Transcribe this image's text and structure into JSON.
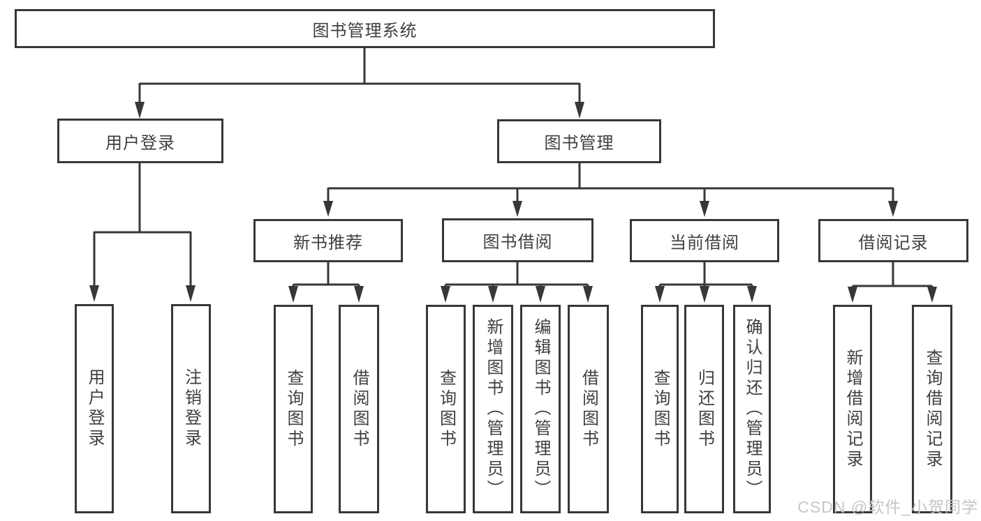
{
  "watermark": "CSDN @软件_小贺同学",
  "colors": {
    "line": "#373737",
    "box_border": "#373737",
    "text": "#3f3f3f",
    "watermark": "#c6c6c6",
    "background": "#ffffff"
  },
  "tree": {
    "label": "图书管理系统",
    "children": [
      {
        "label": "用户登录",
        "children": [
          {
            "label": "用户登录"
          },
          {
            "label": "注销登录"
          }
        ]
      },
      {
        "label": "图书管理",
        "children": [
          {
            "label": "新书推荐",
            "children": [
              {
                "label": "查询图书"
              },
              {
                "label": "借阅图书"
              }
            ]
          },
          {
            "label": "图书借阅",
            "children": [
              {
                "label": "查询图书"
              },
              {
                "label": "新增图书（管理员）"
              },
              {
                "label": "编辑图书（管理员）"
              },
              {
                "label": "借阅图书"
              }
            ]
          },
          {
            "label": "当前借阅",
            "children": [
              {
                "label": "查询图书"
              },
              {
                "label": "归还图书"
              },
              {
                "label": "确认归还（管理员）"
              }
            ]
          },
          {
            "label": "借阅记录",
            "children": [
              {
                "label": "新增借阅记录"
              },
              {
                "label": "查询借阅记录"
              }
            ]
          }
        ]
      }
    ]
  }
}
